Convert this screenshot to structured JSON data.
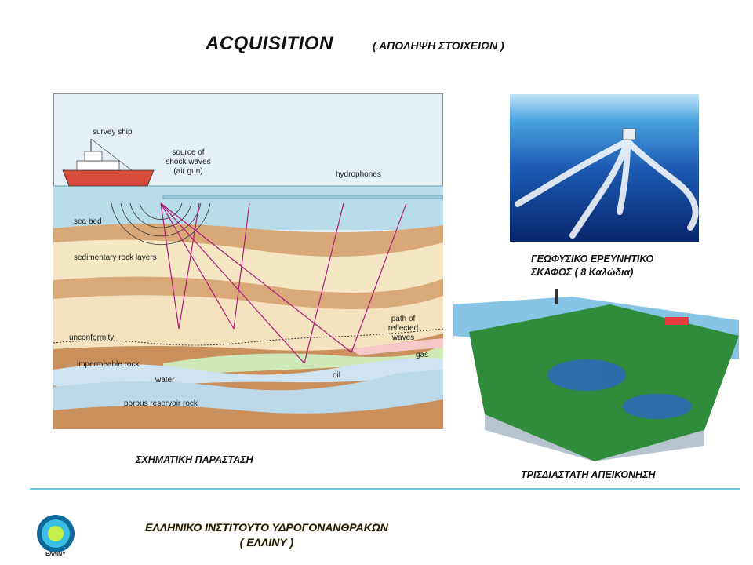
{
  "title": {
    "main": "ACQUISITION",
    "sub": "( ΑΠΟΛΗΨΗ ΣΤΟΙΧΕΙΩΝ )"
  },
  "diagram": {
    "labels": {
      "survey_ship": "survey ship",
      "source": [
        "source of",
        "shock waves",
        "(air gun)"
      ],
      "hydrophones": "hydrophones",
      "sea_bed": "sea bed",
      "sedimentary": "sedimentary rock layers",
      "path": [
        "path of",
        "reflected",
        "waves"
      ],
      "unconformity": "unconformity",
      "impermeable": "impermeable rock",
      "gas": "gas",
      "water": "water",
      "oil": "oil",
      "porous": "porous reservoir rock"
    }
  },
  "captions": {
    "schematic": "ΣΧΗΜΑΤΙΚΗ ΠΑΡΑΣΤΑΣΗ",
    "vessel": [
      "ΓΕΩΦΥΣΙΚΟ ΕΡΕΥΝΗΤΙΚΟ",
      "ΣΚΑΦΟΣ ( 8 Καλώδια)"
    ],
    "threed": "ΤΡΙΣΔΙΑΣΤΑΤΗ ΑΠΕΙΚΟΝΗΣΗ"
  },
  "footer": {
    "institute": "ΕΛΛΗΝΙΚΟ ΙΝΣΤΙΤΟΥΤΟ ΥΔΡΟΓΟΝΑΝΘΡΑΚΩΝ",
    "abbr": "( ΕΛΛΙΝΥ )",
    "logo_label": "ΕΛΛΙΝΥ"
  },
  "colors": {
    "line": "#6cc5d9",
    "ray": "#b01a7a",
    "sea": "#b9dcea",
    "sky": "#e6f1f7"
  }
}
